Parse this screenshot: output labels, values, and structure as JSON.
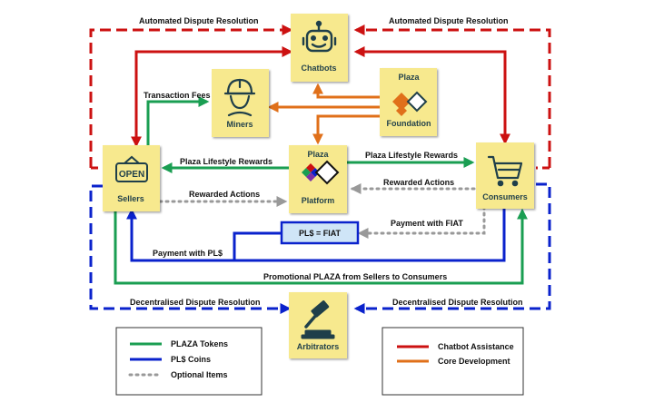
{
  "nodes": {
    "chatbots": "Chatbots",
    "miners": "Miners",
    "foundation_top": "Plaza",
    "foundation_bottom": "Foundation",
    "platform_top": "Plaza",
    "platform_bottom": "Platform",
    "sellers": "Sellers",
    "consumers": "Consumers",
    "arbitrators": "Arbitrators",
    "pl_fiat": "PL$ = FIAT"
  },
  "edge_labels": {
    "auto_dispute_left": "Automated Dispute Resolution",
    "auto_dispute_right": "Automated Dispute Resolution",
    "transaction_fees": "Transaction Fees",
    "lifestyle_left": "Plaza Lifestyle Rewards",
    "lifestyle_right": "Plaza Lifestyle Rewards",
    "rewarded_left": "Rewarded Actions",
    "rewarded_right": "Rewarded Actions",
    "payment_fiat": "Payment with FIAT",
    "payment_pl": "Payment with PL$",
    "promotional": "Promotional PLAZA from Sellers to Consumers",
    "decentral_left": "Decentralised Dispute Resolution",
    "decentral_right": "Decentralised Dispute Resolution"
  },
  "legend_left": [
    {
      "label": "PLAZA Tokens",
      "color": "#1a9e52",
      "style": "solid"
    },
    {
      "label": "PL$ Coins",
      "color": "#0a22cc",
      "style": "solid"
    },
    {
      "label": "Optional Items",
      "color": "#999999",
      "style": "dotted"
    }
  ],
  "legend_right": [
    {
      "label": "Chatbot Assistance",
      "color": "#cc1111",
      "style": "solid"
    },
    {
      "label": "Core Development",
      "color": "#e0701a",
      "style": "solid"
    }
  ],
  "colors": {
    "green": "#1a9e52",
    "blue": "#0a22cc",
    "red": "#cc1111",
    "orange": "#e0701a",
    "grey": "#999999",
    "note": "#f7e98e",
    "ink": "#1f3f4a"
  },
  "icons": {
    "chatbots": "robot-icon",
    "miners": "miner-icon",
    "foundation": "plaza-logo-icon",
    "platform": "plaza-logo-icon",
    "sellers": "open-sign-icon",
    "consumers": "shopping-cart-icon",
    "arbitrators": "gavel-icon"
  }
}
